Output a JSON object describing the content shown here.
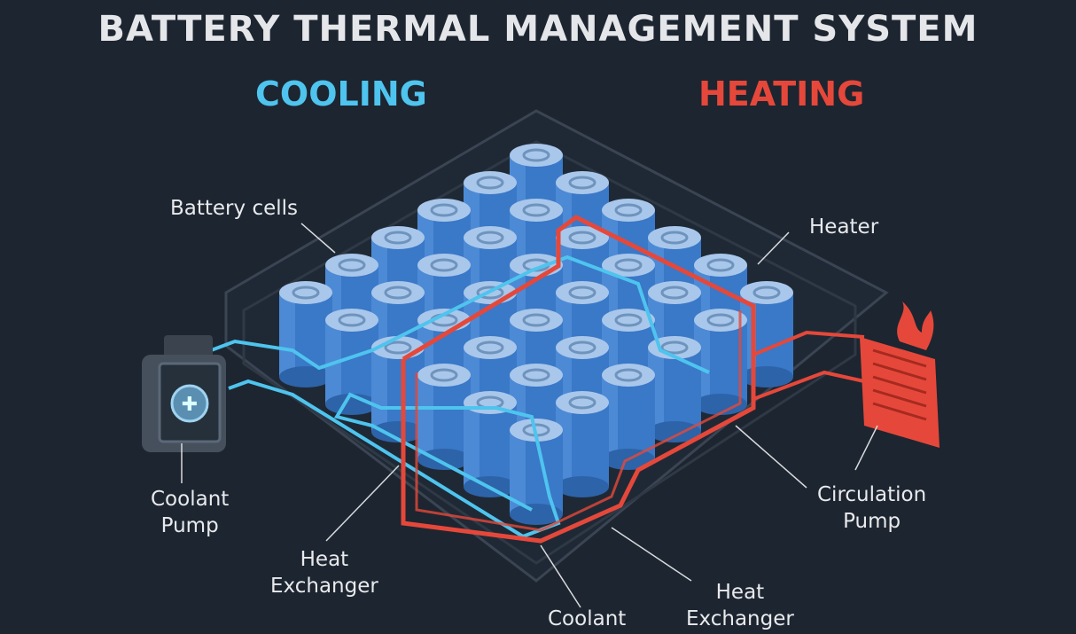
{
  "title": "BATTERY THERMAL MANAGEMENT SYSTEM",
  "sections": {
    "cooling": "COOLING",
    "heating": "HEATING"
  },
  "labels": {
    "battery_cells": "Battery cells",
    "heater": "Heater",
    "coolant_pump": [
      "Coolant",
      "Pump"
    ],
    "heat_exchanger_left": [
      "Heat",
      "Exchanger"
    ],
    "coolant": "Coolant",
    "heat_exchanger_right": [
      "Heat",
      "Exchanger"
    ],
    "circulation_pump": [
      "Circulation",
      "Pump"
    ]
  },
  "colors": {
    "cooling": "#4ec4ee",
    "heating": "#e5483a",
    "cell": "#3f7fd0",
    "background": "#1d2530"
  }
}
